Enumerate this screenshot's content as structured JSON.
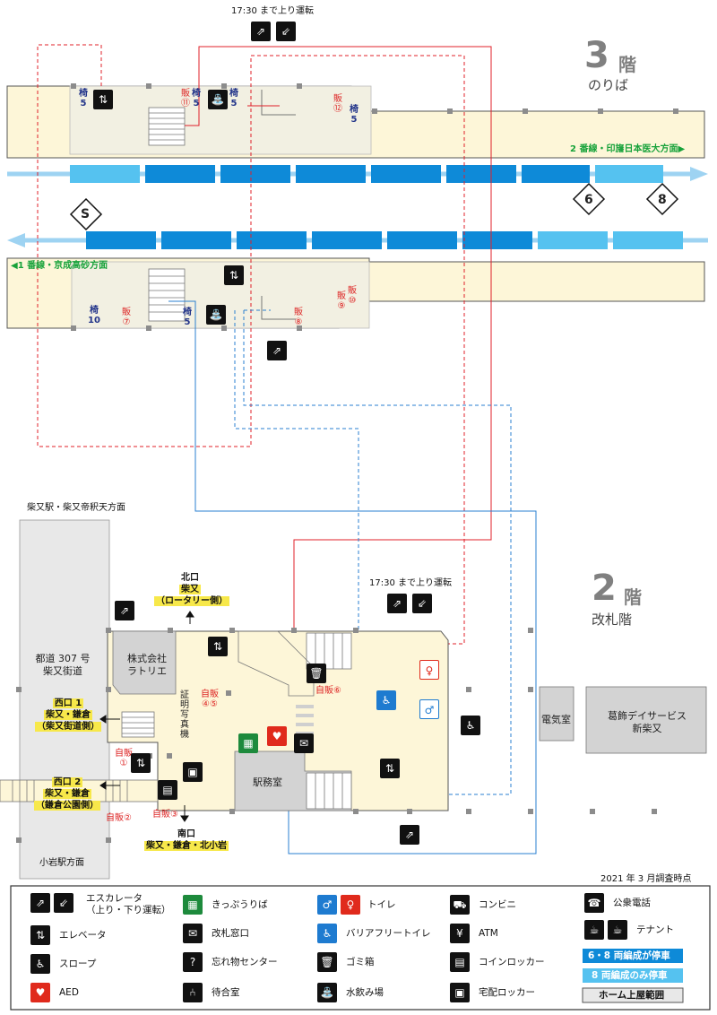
{
  "floor3": {
    "number": "3",
    "suffix": "階",
    "subtitle": "のりば",
    "escalator_note": "17:30 まで上り運転",
    "platform2_label": "2 番線・印旛日本医大方面▶",
    "platform1_label": "◀1 番線・京成高砂方面",
    "stop_markers": [
      "6",
      "8",
      "S"
    ],
    "seat_labels": [
      "椅",
      "5",
      "椅",
      "5",
      "椅",
      "5",
      "椅",
      "5",
      "椅",
      "10",
      "椅",
      "5"
    ],
    "vending_labels": [
      "販",
      "⑪",
      "販",
      "⑫",
      "販",
      "⑦",
      "販",
      "⑧",
      "販",
      "⑨",
      "販",
      "⑩"
    ]
  },
  "floor2": {
    "number": "2",
    "suffix": "階",
    "subtitle": "改札階",
    "escalator_note": "17:30 まで上り運転",
    "direction_top": "柴又駅・柴又帝釈天方面",
    "direction_bottom": "小岩駅方面",
    "road_line1": "都道 307 号",
    "road_line2": "柴又街道",
    "rooms": {
      "latorie_line1": "株式会社",
      "latorie_line2": "ラトリエ",
      "station_office": "駅務室",
      "electric_room": "電気室",
      "day_service_line1": "葛飾デイサービス",
      "day_service_line2": "新柴又",
      "photo_booth": "証明写真機"
    },
    "exits": {
      "north_title": "北口",
      "north_line1": "柴又",
      "north_line2": "（ロータリー側）",
      "west1_title": "西口 1",
      "west1_line1": "柴又・鎌倉",
      "west1_line2": "（柴又街道側）",
      "west2_title": "西口 2",
      "west2_line1": "柴又・鎌倉",
      "west2_line2": "（鎌倉公園側）",
      "south_title": "南口",
      "south_line1": "柴又・鎌倉・北小岩"
    },
    "vending": {
      "v1_line1": "自",
      "v1_line2": "販",
      "v1_num": "①",
      "v2": "自販②",
      "v3": "自販③",
      "v45_line1": "自",
      "v45_line2": "販",
      "v45_num": "④⑤",
      "v6": "自販⑥"
    }
  },
  "survey_note": "2021 年 3 月調査時点",
  "legend": {
    "escalator_line1": "エスカレータ",
    "escalator_line2": "（上り・下り運転）",
    "elevator": "エレベータ",
    "slope": "スロープ",
    "aed": "AED",
    "ticket": "きっぷうりば",
    "ticket_window": "改札窓口",
    "lost_found": "忘れ物センター",
    "waiting_room": "待合室",
    "toilet": "トイレ",
    "barrier_free_toilet": "バリアフリートイレ",
    "trash": "ゴミ箱",
    "water": "水飲み場",
    "convenience": "コンビニ",
    "atm": "ATM",
    "coin_locker": "コインロッカー",
    "delivery_locker": "宅配ロッカー",
    "phone": "公衆電話",
    "tenant": "テナント",
    "stop_6_8": "6・8 両編成が停車",
    "stop_8": "8 両編成のみ停車",
    "roof": "ホーム上屋範囲"
  },
  "colors": {
    "platform_fill": "#fdf6d8",
    "roof_fill": "#f2f0e2",
    "train_dark": "#0e8ad8",
    "train_light": "#55c2f0",
    "track": "#9ed3f2",
    "route_red": "#e0202a",
    "route_blue": "#2a7fd0",
    "room_gray": "#d3d3d3"
  },
  "icons": [
    "escalator-up-icon",
    "escalator-down-icon",
    "elevator-icon",
    "slope-icon",
    "aed-icon",
    "ticket-machine-icon",
    "ticket-window-icon",
    "lost-found-icon",
    "waiting-room-icon",
    "toilet-male-icon",
    "toilet-female-icon",
    "barrier-free-toilet-icon",
    "trash-icon",
    "drinking-water-icon",
    "convenience-store-icon",
    "atm-icon",
    "coin-locker-icon",
    "delivery-locker-icon",
    "phone-icon",
    "tenant-icon"
  ]
}
